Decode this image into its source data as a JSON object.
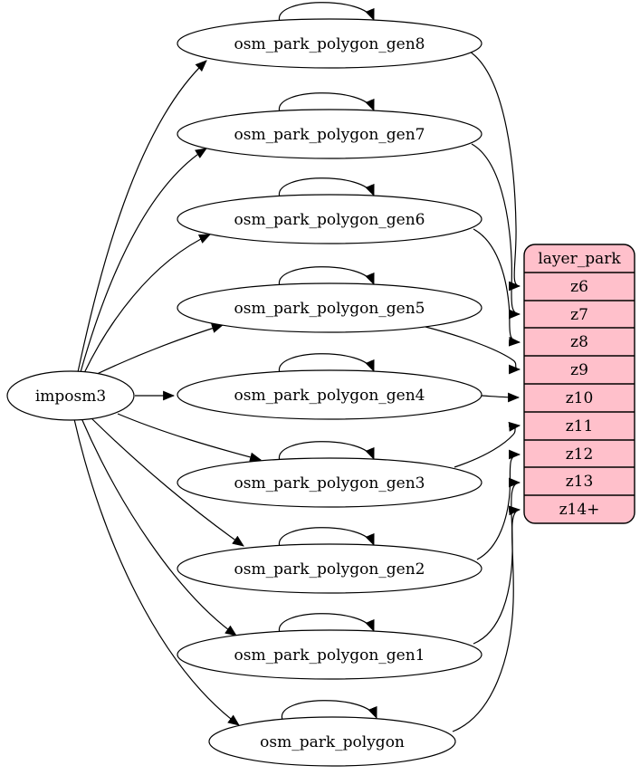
{
  "imposm3": {
    "label": "imposm3"
  },
  "ellipses": [
    {
      "label": "osm_park_polygon_gen8",
      "feeds_row": "z6"
    },
    {
      "label": "osm_park_polygon_gen7",
      "feeds_row": "z7"
    },
    {
      "label": "osm_park_polygon_gen6",
      "feeds_row": "z8"
    },
    {
      "label": "osm_park_polygon_gen5",
      "feeds_row": "z9"
    },
    {
      "label": "osm_park_polygon_gen4",
      "feeds_row": "z10"
    },
    {
      "label": "osm_park_polygon_gen3",
      "feeds_row": "z11"
    },
    {
      "label": "osm_park_polygon_gen2",
      "feeds_row": "z12"
    },
    {
      "label": "osm_park_polygon_gen1",
      "feeds_row": "z13"
    },
    {
      "label": "osm_park_polygon",
      "feeds_row": "z14+"
    }
  ],
  "layer_table": {
    "header": "layer_park",
    "rows": [
      "z6",
      "z7",
      "z8",
      "z9",
      "z10",
      "z11",
      "z12",
      "z13",
      "z14+"
    ]
  },
  "edges": [
    {
      "from": "imposm3",
      "to": "osm_park_polygon_gen8"
    },
    {
      "from": "imposm3",
      "to": "osm_park_polygon_gen7"
    },
    {
      "from": "imposm3",
      "to": "osm_park_polygon_gen6"
    },
    {
      "from": "imposm3",
      "to": "osm_park_polygon_gen5"
    },
    {
      "from": "imposm3",
      "to": "osm_park_polygon_gen4"
    },
    {
      "from": "imposm3",
      "to": "osm_park_polygon_gen3"
    },
    {
      "from": "imposm3",
      "to": "osm_park_polygon_gen2"
    },
    {
      "from": "imposm3",
      "to": "osm_park_polygon_gen1"
    },
    {
      "from": "imposm3",
      "to": "osm_park_polygon"
    },
    {
      "from": "osm_park_polygon_gen8",
      "to": "osm_park_polygon_gen8",
      "type": "self-loop"
    },
    {
      "from": "osm_park_polygon_gen7",
      "to": "osm_park_polygon_gen7",
      "type": "self-loop"
    },
    {
      "from": "osm_park_polygon_gen6",
      "to": "osm_park_polygon_gen6",
      "type": "self-loop"
    },
    {
      "from": "osm_park_polygon_gen5",
      "to": "osm_park_polygon_gen5",
      "type": "self-loop"
    },
    {
      "from": "osm_park_polygon_gen4",
      "to": "osm_park_polygon_gen4",
      "type": "self-loop"
    },
    {
      "from": "osm_park_polygon_gen3",
      "to": "osm_park_polygon_gen3",
      "type": "self-loop"
    },
    {
      "from": "osm_park_polygon_gen2",
      "to": "osm_park_polygon_gen2",
      "type": "self-loop"
    },
    {
      "from": "osm_park_polygon_gen1",
      "to": "osm_park_polygon_gen1",
      "type": "self-loop"
    },
    {
      "from": "osm_park_polygon",
      "to": "osm_park_polygon",
      "type": "self-loop"
    },
    {
      "from": "osm_park_polygon_gen8",
      "to": "layer_park:z6"
    },
    {
      "from": "osm_park_polygon_gen7",
      "to": "layer_park:z7"
    },
    {
      "from": "osm_park_polygon_gen6",
      "to": "layer_park:z8"
    },
    {
      "from": "osm_park_polygon_gen5",
      "to": "layer_park:z9"
    },
    {
      "from": "osm_park_polygon_gen4",
      "to": "layer_park:z10"
    },
    {
      "from": "osm_park_polygon_gen3",
      "to": "layer_park:z11"
    },
    {
      "from": "osm_park_polygon_gen2",
      "to": "layer_park:z12"
    },
    {
      "from": "osm_park_polygon_gen1",
      "to": "layer_park:z13"
    },
    {
      "from": "osm_park_polygon",
      "to": "layer_park:z14+"
    }
  ],
  "colors": {
    "table_fill": "#ffc0cb",
    "node_fill": "#ffffff",
    "stroke": "#000000"
  }
}
